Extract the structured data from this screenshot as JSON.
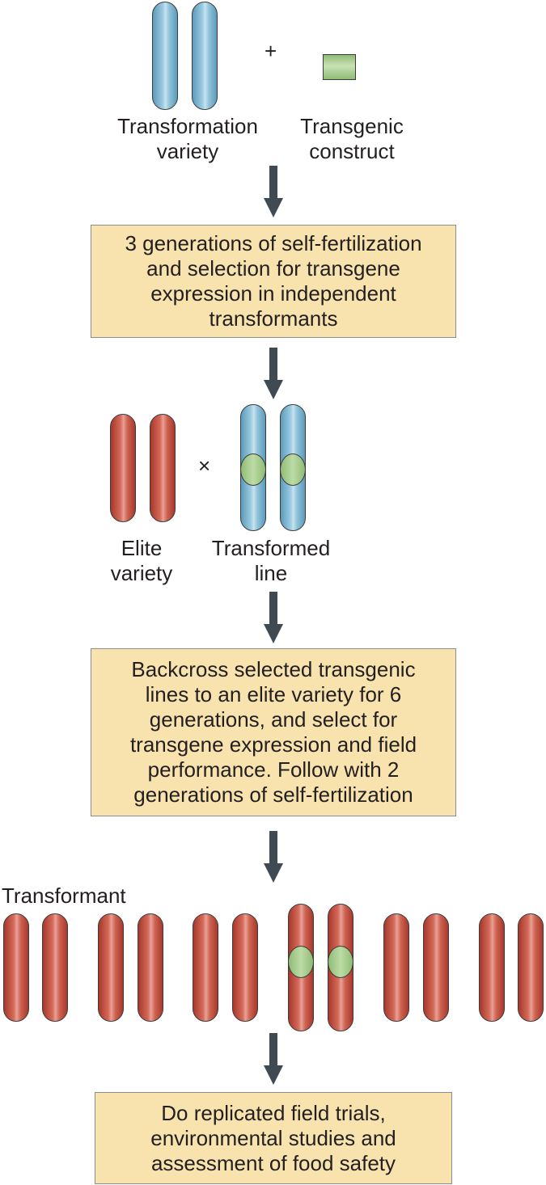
{
  "labels": {
    "transformation_variety": "Transformation\nvariety",
    "transgenic_construct": "Transgenic\nconstruct",
    "elite_variety": "Elite\nvariety",
    "transformed_line": "Transformed\nline",
    "transformant": "Transformant"
  },
  "symbols": {
    "plus": "+",
    "cross": "×"
  },
  "steps": {
    "step1": "3 generations of self-fertilization\nand selection for transgene\nexpression in independent\ntransformants",
    "step2": "Backcross selected transgenic\nlines to an elite variety for 6\ngenerations, and select for\ntransgene expression and field\nperformance. Follow with 2\ngenerations of self-fertilization",
    "step3": "Do replicated field trials,\nenvironmental studies and\nassessment of food safety"
  },
  "colors": {
    "box_fill": "#f8e3ae",
    "arrow": "#3f4a52",
    "chromosome_blue": "#8fc2d9",
    "chromosome_red": "#cf6453",
    "transgene_green": "#a8cf90"
  }
}
